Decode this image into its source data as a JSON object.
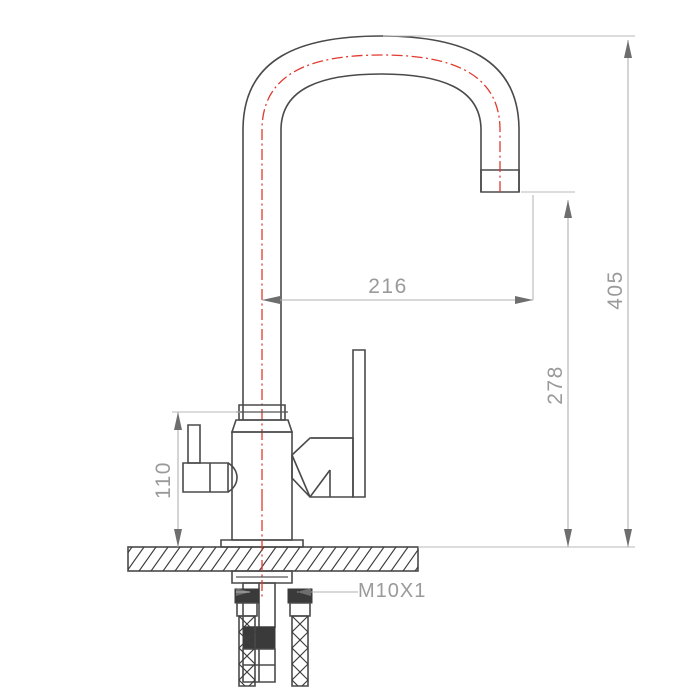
{
  "drawing": {
    "type": "technical-dimension-drawing",
    "subject": "kitchen-mixer-faucet-with-filter-tap",
    "background_color": "#ffffff",
    "outline_color": "#4a4a4a",
    "centerline_color": "#e03a2f",
    "dimension_color": "#9a9a9a"
  },
  "dimensions": {
    "spout_reach": {
      "label": "216",
      "orientation": "horizontal",
      "description": "horizontal reach from faucet centerline to spout outlet"
    },
    "spout_height": {
      "label": "278",
      "orientation": "vertical",
      "description": "height from countertop to spout outlet"
    },
    "overall_height": {
      "label": "405",
      "orientation": "vertical",
      "description": "overall height from countertop to top of gooseneck"
    },
    "handle_height": {
      "label": "110",
      "orientation": "vertical",
      "description": "height from countertop to top of filter handle lever"
    }
  },
  "annotations": {
    "thread_spec": {
      "label": "M10X1",
      "description": "mounting stud thread specification"
    }
  },
  "components": {
    "gooseneck_spout": "curved high-arc tubular spout",
    "spout_outlet": "rectangular aerator outlet at spout tip",
    "riser_column": "vertical tubular riser",
    "body": "cylindrical mixer body",
    "filter_handle": "left side small lever handle for filtered water",
    "mixer_lever": "right side tall flat lever handle for mixer",
    "base_flange": "escutcheon base plate on countertop",
    "countertop": "hatched section of countertop / sink deck",
    "mounting_stud": "threaded mounting stud below deck",
    "flex_hose_left": "braided flexible supply hose",
    "flex_hose_right": "braided flexible supply hose"
  }
}
